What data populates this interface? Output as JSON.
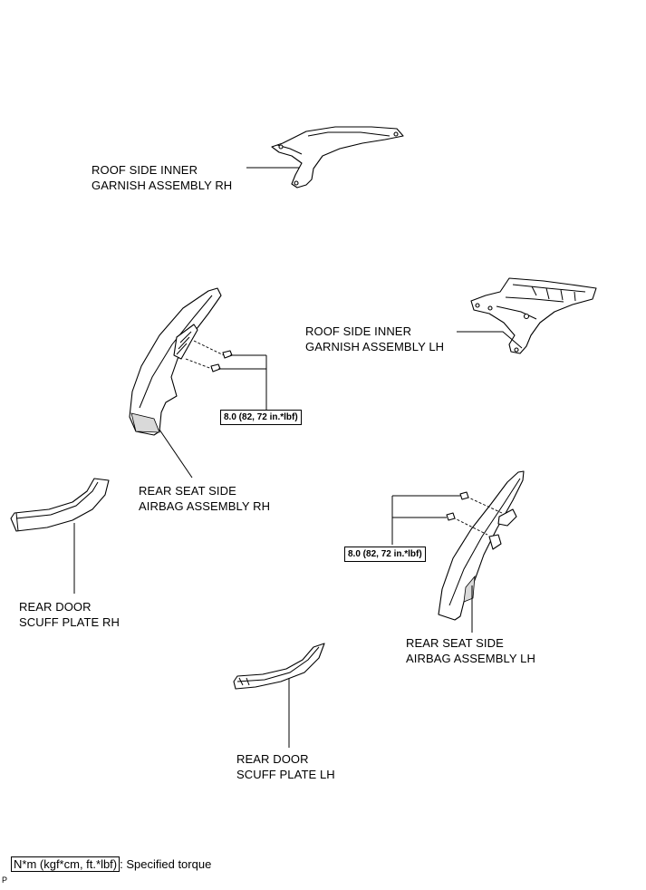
{
  "labels": {
    "roof_rh": [
      "ROOF SIDE INNER",
      "GARNISH ASSEMBLY RH"
    ],
    "roof_lh": [
      "ROOF SIDE INNER",
      "GARNISH ASSEMBLY LH"
    ],
    "airbag_rh": [
      "REAR SEAT SIDE",
      "AIRBAG ASSEMBLY RH"
    ],
    "airbag_lh": [
      "REAR SEAT SIDE",
      "AIRBAG ASSEMBLY LH"
    ],
    "scuff_rh": [
      "REAR DOOR",
      "SCUFF PLATE RH"
    ],
    "scuff_lh": [
      "REAR DOOR",
      "SCUFF PLATE LH"
    ]
  },
  "torque_rh": "8.0 (82, 72 in.*lbf)",
  "torque_lh": "8.0 (82, 72 in.*lbf)",
  "legend": {
    "unit_box": "N*m (kgf*cm, ft.*lbf)",
    "text": ": Specified torque"
  },
  "corner_mark": "P"
}
